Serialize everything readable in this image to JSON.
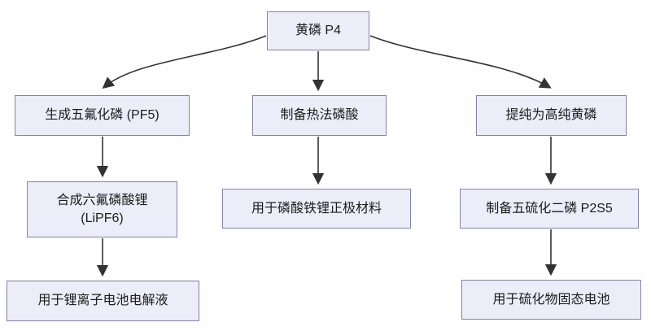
{
  "diagram": {
    "type": "flowchart",
    "direction": "top-down",
    "root_label": "黄磷 P4",
    "nodes": {
      "root": "黄磷 P4",
      "left1": "生成五氟化磷 (PF5)",
      "left2": "合成六氟磷酸锂 (LiPF6)",
      "left3": "用于锂离子电池电解液",
      "mid1": "制备热法磷酸",
      "mid2": "用于磷酸铁锂正极材料",
      "right1": "提纯为高纯黄磷",
      "right2": "制备五硫化二磷 P2S5",
      "right3": "用于硫化物固态电池"
    },
    "edges": [
      {
        "from": "root",
        "to": "left1"
      },
      {
        "from": "root",
        "to": "mid1"
      },
      {
        "from": "root",
        "to": "right1"
      },
      {
        "from": "left1",
        "to": "left2"
      },
      {
        "from": "left2",
        "to": "left3"
      },
      {
        "from": "mid1",
        "to": "mid2"
      },
      {
        "from": "right1",
        "to": "right2"
      },
      {
        "from": "right2",
        "to": "right3"
      }
    ],
    "colors": {
      "background": "#fefefe",
      "node_fill": "#EDEDFA",
      "node_border": "#8383A4",
      "arrow": "#333333",
      "text": "#1c1c1c"
    }
  }
}
